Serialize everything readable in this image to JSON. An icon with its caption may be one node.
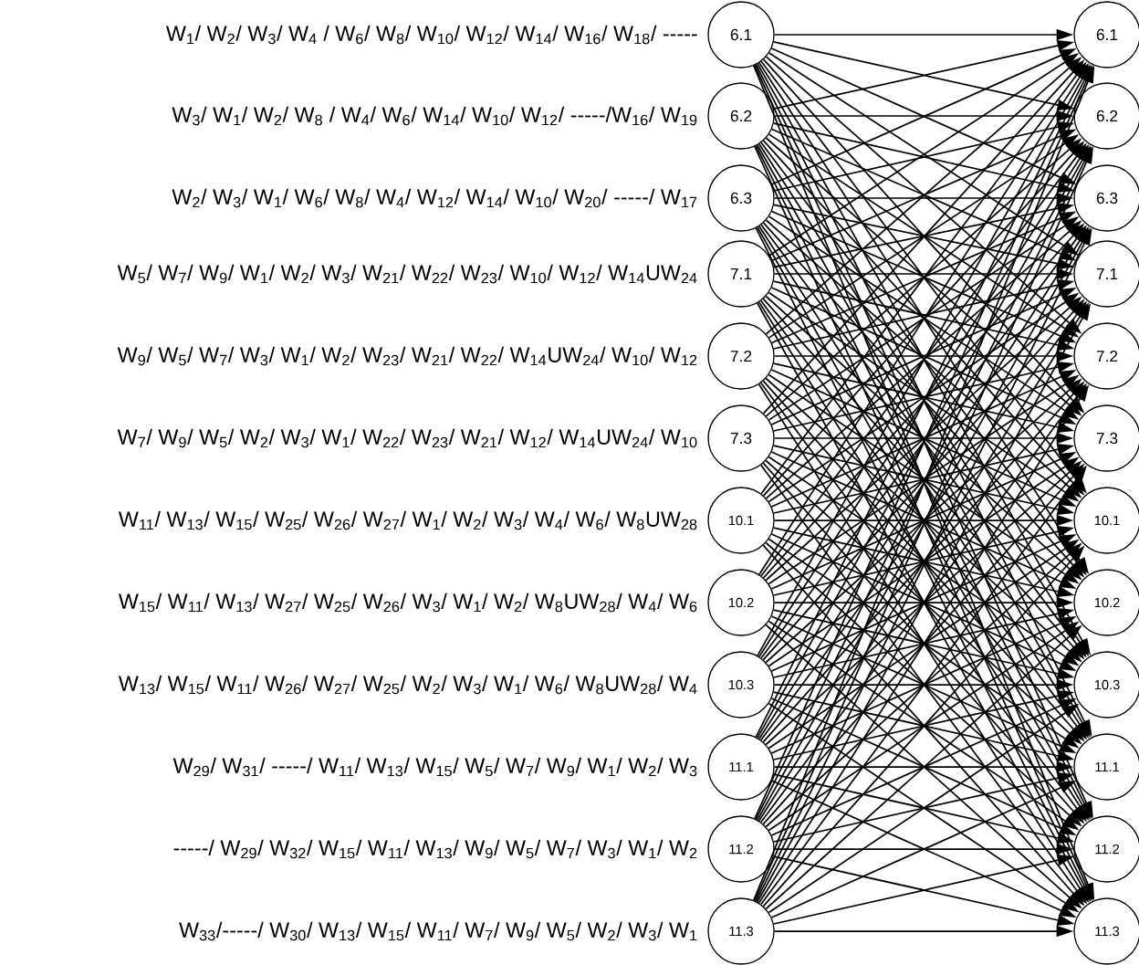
{
  "diagram": {
    "nodes": [
      {
        "text": [
          "6.1"
        ],
        "beside": [
          "W$_{1}$/ W$_{2}$/ W$_{3}$/ W$_{4}$ / W$_{6}$/ W$_{8}$/ W$_{10}$/ W$_{12}$/ W$_{14}$/ W$_{16}$/ W$_{18}$/ -----"
        ]
      },
      {
        "text": [
          "6.2"
        ],
        "beside": [
          "W$_{3}$/ W$_{1}$/ W$_{2}$/ W$_{8}$ / W$_{4}$/ W$_{6}$/ W$_{14}$/ W$_{10}$/ W$_{12}$/ -----/W$_{16}$/ W$_{19}$"
        ]
      },
      {
        "text": [
          "6.3"
        ],
        "beside": [
          "W$_{2}$/ W$_{3}$/ W$_{1}$/ W$_{6}$/ W$_{8}$/ W$_{4}$/ W$_{12}$/ W$_{14}$/ W$_{10}$/ W$_{20}$/ -----/ W$_{17}$"
        ]
      },
      {
        "text": [
          "7.1"
        ],
        "beside": [
          "W$_{5}$/ W$_{7}$/ W$_{9}$/ W$_{1}$/ W$_{2}$/ W$_{3}$/ W$_{21}$/ W$_{22}$/ W$_{23}$/ W$_{10}$/ W$_{12}$/ W$_{14}$UW$_{24}$"
        ]
      },
      {
        "text": [
          "7.2"
        ],
        "beside": [
          "W$_{9}$/ W$_{5}$/ W$_{7}$/ W$_{3}$/ W$_{1}$/ W$_{2}$/ W$_{23}$/ W$_{21}$/ W$_{22}$/ W$_{14}$UW$_{24}$/ W$_{10}$/ W$_{12}$"
        ]
      },
      {
        "text": [
          "7.3"
        ],
        "beside": [
          "W$_{7}$/ W$_{9}$/ W$_{5}$/ W$_{2}$/ W$_{3}$/ W$_{1}$/ W$_{22}$/ W$_{23}$/ W$_{21}$/ W$_{12}$/ W$_{14}$UW$_{24}$/ W$_{10}$"
        ]
      },
      {
        "text": [
          "10.1"
        ],
        "beside": [
          "W$_{11}$/ W$_{13}$/ W$_{15}$/ W$_{25}$/ W$_{26}$/ W$_{27}$/ W$_{1}$/ W$_{2}$/ W$_{3}$/ W$_{4}$/ W$_{6}$/ W$_{8}$UW$_{28}$"
        ]
      },
      {
        "text": [
          "10.2"
        ],
        "beside": [
          "W$_{15}$/ W$_{11}$/ W$_{13}$/ W$_{27}$/ W$_{25}$/ W$_{26}$/ W$_{3}$/ W$_{1}$/ W$_{2}$/ W$_{8}$UW$_{28}$/ W$_{4}$/ W$_{6}$"
        ]
      },
      {
        "text": [
          "10.3"
        ],
        "beside": [
          "W$_{13}$/ W$_{15}$/ W$_{11}$/ W$_{26}$/ W$_{27}$/ W$_{25}$/ W$_{2}$/ W$_{3}$/ W$_{1}$/ W$_{6}$/ W$_{8}$UW$_{28}$/ W$_{4}$"
        ]
      },
      {
        "text": [
          "11.1"
        ],
        "beside": [
          "W$_{29}$/ W$_{31}$/ -----/ W$_{11}$/ W$_{13}$/ W$_{15}$/ W$_{5}$/ W$_{7}$/ W$_{9}$/ W$_{1}$/ W$_{2}$/ W$_{3}$"
        ]
      },
      {
        "text": [
          "11.2"
        ],
        "beside": [
          "-----/ W$_{29}$/ W$_{32}$/ W$_{15}$/ W$_{11}$/ W$_{13}$/ W$_{9}$/ W$_{5}$/ W$_{7}$/ W$_{3}$/ W$_{1}$/ W$_{2}$"
        ]
      },
      {
        "text": [
          "11.3"
        ],
        "beside": [
          "W$_{33}$/-----/ W$_{30}$/ W$_{13}$/ W$_{15}$/ W$_{11}$/ W$_{7}$/ W$_{9}$/ W$_{5}$/ W$_{2}$/ W$_{3}$/ W$_{1}$"
        ]
      },
      {
        "text": [
          "6.1"
        ]
      },
      {
        "text": [
          "6.2"
        ]
      },
      {
        "text": [
          "6.3"
        ]
      },
      {
        "text": [
          "7.1"
        ]
      },
      {
        "text": [
          "7.2"
        ]
      },
      {
        "text": [
          "7.3"
        ]
      },
      {
        "text": [
          "10.1"
        ]
      },
      {
        "text": [
          "10.2"
        ]
      },
      {
        "text": [
          "10.3"
        ]
      },
      {
        "text": [
          "11.1"
        ]
      },
      {
        "text": [
          "11.2"
        ]
      },
      {
        "text": [
          "11.3"
        ]
      }
    ],
    "edges": [
      {
        "from": 0,
        "to": 12,
        "arrow": "to"
      },
      {
        "from": 0,
        "to": 13,
        "arrow": "to"
      },
      {
        "from": 0,
        "to": 14,
        "arrow": "to"
      },
      {
        "from": 0,
        "to": 15,
        "arrow": "to"
      },
      {
        "from": 0,
        "to": 16,
        "arrow": "to"
      },
      {
        "from": 0,
        "to": 17,
        "arrow": "to"
      },
      {
        "from": 0,
        "to": 18,
        "arrow": "to"
      },
      {
        "from": 0,
        "to": 19,
        "arrow": "to"
      },
      {
        "from": 0,
        "to": 20,
        "arrow": "to"
      },
      {
        "from": 0,
        "to": 21,
        "arrow": "to"
      },
      {
        "from": 0,
        "to": 22,
        "arrow": "to"
      },
      {
        "from": 0,
        "to": 23,
        "arrow": "to"
      },
      {
        "from": 1,
        "to": 12,
        "arrow": "to"
      },
      {
        "from": 1,
        "to": 13,
        "arrow": "to"
      },
      {
        "from": 1,
        "to": 14,
        "arrow": "to"
      },
      {
        "from": 1,
        "to": 15,
        "arrow": "to"
      },
      {
        "from": 1,
        "to": 16,
        "arrow": "to"
      },
      {
        "from": 1,
        "to": 17,
        "arrow": "to"
      },
      {
        "from": 1,
        "to": 18,
        "arrow": "to"
      },
      {
        "from": 1,
        "to": 19,
        "arrow": "to"
      },
      {
        "from": 1,
        "to": 20,
        "arrow": "to"
      },
      {
        "from": 1,
        "to": 21,
        "arrow": "to"
      },
      {
        "from": 1,
        "to": 22,
        "arrow": "to"
      },
      {
        "from": 1,
        "to": 23,
        "arrow": "to"
      },
      {
        "from": 2,
        "to": 12,
        "arrow": "to"
      },
      {
        "from": 2,
        "to": 13,
        "arrow": "to"
      },
      {
        "from": 2,
        "to": 14,
        "arrow": "to"
      },
      {
        "from": 2,
        "to": 15,
        "arrow": "to"
      },
      {
        "from": 2,
        "to": 16,
        "arrow": "to"
      },
      {
        "from": 2,
        "to": 17,
        "arrow": "to"
      },
      {
        "from": 2,
        "to": 18,
        "arrow": "to"
      },
      {
        "from": 2,
        "to": 19,
        "arrow": "to"
      },
      {
        "from": 2,
        "to": 20,
        "arrow": "to"
      },
      {
        "from": 2,
        "to": 21,
        "arrow": "to"
      },
      {
        "from": 2,
        "to": 22,
        "arrow": "to"
      },
      {
        "from": 2,
        "to": 23,
        "arrow": "to"
      },
      {
        "from": 3,
        "to": 12,
        "arrow": "to"
      },
      {
        "from": 3,
        "to": 13,
        "arrow": "to"
      },
      {
        "from": 3,
        "to": 14,
        "arrow": "to"
      },
      {
        "from": 3,
        "to": 15,
        "arrow": "to"
      },
      {
        "from": 3,
        "to": 16,
        "arrow": "to"
      },
      {
        "from": 3,
        "to": 17,
        "arrow": "to"
      },
      {
        "from": 3,
        "to": 18,
        "arrow": "to"
      },
      {
        "from": 3,
        "to": 19,
        "arrow": "to"
      },
      {
        "from": 3,
        "to": 20,
        "arrow": "to"
      },
      {
        "from": 3,
        "to": 21,
        "arrow": "to"
      },
      {
        "from": 3,
        "to": 22,
        "arrow": "to"
      },
      {
        "from": 3,
        "to": 23,
        "arrow": "to"
      },
      {
        "from": 4,
        "to": 12,
        "arrow": "to"
      },
      {
        "from": 4,
        "to": 13,
        "arrow": "to"
      },
      {
        "from": 4,
        "to": 14,
        "arrow": "to"
      },
      {
        "from": 4,
        "to": 15,
        "arrow": "to"
      },
      {
        "from": 4,
        "to": 16,
        "arrow": "to"
      },
      {
        "from": 4,
        "to": 17,
        "arrow": "to"
      },
      {
        "from": 4,
        "to": 18,
        "arrow": "to"
      },
      {
        "from": 4,
        "to": 19,
        "arrow": "to"
      },
      {
        "from": 4,
        "to": 20,
        "arrow": "to"
      },
      {
        "from": 4,
        "to": 21,
        "arrow": "to"
      },
      {
        "from": 4,
        "to": 22,
        "arrow": "to"
      },
      {
        "from": 4,
        "to": 23,
        "arrow": "to"
      },
      {
        "from": 5,
        "to": 12,
        "arrow": "to"
      },
      {
        "from": 5,
        "to": 13,
        "arrow": "to"
      },
      {
        "from": 5,
        "to": 14,
        "arrow": "to"
      },
      {
        "from": 5,
        "to": 15,
        "arrow": "to"
      },
      {
        "from": 5,
        "to": 16,
        "arrow": "to"
      },
      {
        "from": 5,
        "to": 17,
        "arrow": "to"
      },
      {
        "from": 5,
        "to": 18,
        "arrow": "to"
      },
      {
        "from": 5,
        "to": 19,
        "arrow": "to"
      },
      {
        "from": 5,
        "to": 20,
        "arrow": "to"
      },
      {
        "from": 5,
        "to": 21,
        "arrow": "to"
      },
      {
        "from": 5,
        "to": 22,
        "arrow": "to"
      },
      {
        "from": 5,
        "to": 23,
        "arrow": "to"
      },
      {
        "from": 6,
        "to": 12,
        "arrow": "to"
      },
      {
        "from": 6,
        "to": 13,
        "arrow": "to"
      },
      {
        "from": 6,
        "to": 14,
        "arrow": "to"
      },
      {
        "from": 6,
        "to": 15,
        "arrow": "to"
      },
      {
        "from": 6,
        "to": 16,
        "arrow": "to"
      },
      {
        "from": 6,
        "to": 17,
        "arrow": "to"
      },
      {
        "from": 6,
        "to": 18,
        "arrow": "to"
      },
      {
        "from": 6,
        "to": 19,
        "arrow": "to"
      },
      {
        "from": 6,
        "to": 20,
        "arrow": "to"
      },
      {
        "from": 6,
        "to": 21,
        "arrow": "to"
      },
      {
        "from": 6,
        "to": 22,
        "arrow": "to"
      },
      {
        "from": 6,
        "to": 23,
        "arrow": "to"
      },
      {
        "from": 7,
        "to": 12,
        "arrow": "to"
      },
      {
        "from": 7,
        "to": 13,
        "arrow": "to"
      },
      {
        "from": 7,
        "to": 14,
        "arrow": "to"
      },
      {
        "from": 7,
        "to": 15,
        "arrow": "to"
      },
      {
        "from": 7,
        "to": 16,
        "arrow": "to"
      },
      {
        "from": 7,
        "to": 17,
        "arrow": "to"
      },
      {
        "from": 7,
        "to": 18,
        "arrow": "to"
      },
      {
        "from": 7,
        "to": 19,
        "arrow": "to"
      },
      {
        "from": 7,
        "to": 20,
        "arrow": "to"
      },
      {
        "from": 7,
        "to": 21,
        "arrow": "to"
      },
      {
        "from": 7,
        "to": 22,
        "arrow": "to"
      },
      {
        "from": 7,
        "to": 23,
        "arrow": "to"
      },
      {
        "from": 8,
        "to": 12,
        "arrow": "to"
      },
      {
        "from": 8,
        "to": 13,
        "arrow": "to"
      },
      {
        "from": 8,
        "to": 14,
        "arrow": "to"
      },
      {
        "from": 8,
        "to": 15,
        "arrow": "to"
      },
      {
        "from": 8,
        "to": 16,
        "arrow": "to"
      },
      {
        "from": 8,
        "to": 17,
        "arrow": "to"
      },
      {
        "from": 8,
        "to": 18,
        "arrow": "to"
      },
      {
        "from": 8,
        "to": 19,
        "arrow": "to"
      },
      {
        "from": 8,
        "to": 20,
        "arrow": "to"
      },
      {
        "from": 8,
        "to": 21,
        "arrow": "to"
      },
      {
        "from": 8,
        "to": 22,
        "arrow": "to"
      },
      {
        "from": 8,
        "to": 23,
        "arrow": "to"
      },
      {
        "from": 9,
        "to": 12,
        "arrow": "to"
      },
      {
        "from": 9,
        "to": 13,
        "arrow": "to"
      },
      {
        "from": 9,
        "to": 14,
        "arrow": "to"
      },
      {
        "from": 9,
        "to": 15,
        "arrow": "to"
      },
      {
        "from": 9,
        "to": 16,
        "arrow": "to"
      },
      {
        "from": 9,
        "to": 17,
        "arrow": "to"
      },
      {
        "from": 9,
        "to": 18,
        "arrow": "to"
      },
      {
        "from": 9,
        "to": 19,
        "arrow": "to"
      },
      {
        "from": 9,
        "to": 20,
        "arrow": "to"
      },
      {
        "from": 9,
        "to": 21,
        "arrow": "to"
      },
      {
        "from": 9,
        "to": 22,
        "arrow": "to"
      },
      {
        "from": 9,
        "to": 23,
        "arrow": "to"
      },
      {
        "from": 10,
        "to": 12,
        "arrow": "to"
      },
      {
        "from": 10,
        "to": 13,
        "arrow": "to"
      },
      {
        "from": 10,
        "to": 14,
        "arrow": "to"
      },
      {
        "from": 10,
        "to": 15,
        "arrow": "to"
      },
      {
        "from": 10,
        "to": 16,
        "arrow": "to"
      },
      {
        "from": 10,
        "to": 17,
        "arrow": "to"
      },
      {
        "from": 10,
        "to": 18,
        "arrow": "to"
      },
      {
        "from": 10,
        "to": 19,
        "arrow": "to"
      },
      {
        "from": 10,
        "to": 20,
        "arrow": "to"
      },
      {
        "from": 10,
        "to": 21,
        "arrow": "to"
      },
      {
        "from": 10,
        "to": 22,
        "arrow": "to"
      },
      {
        "from": 10,
        "to": 23,
        "arrow": "to"
      },
      {
        "from": 11,
        "to": 12,
        "arrow": "to"
      },
      {
        "from": 11,
        "to": 13,
        "arrow": "to"
      },
      {
        "from": 11,
        "to": 14,
        "arrow": "to"
      },
      {
        "from": 11,
        "to": 15,
        "arrow": "to"
      },
      {
        "from": 11,
        "to": 16,
        "arrow": "to"
      },
      {
        "from": 11,
        "to": 17,
        "arrow": "to"
      },
      {
        "from": 11,
        "to": 18,
        "arrow": "to"
      },
      {
        "from": 11,
        "to": 19,
        "arrow": "to"
      },
      {
        "from": 11,
        "to": 20,
        "arrow": "to"
      },
      {
        "from": 11,
        "to": 21,
        "arrow": "to"
      },
      {
        "from": 11,
        "to": 22,
        "arrow": "to"
      },
      {
        "from": 11,
        "to": 23,
        "arrow": "to"
      }
    ]
  }
}
